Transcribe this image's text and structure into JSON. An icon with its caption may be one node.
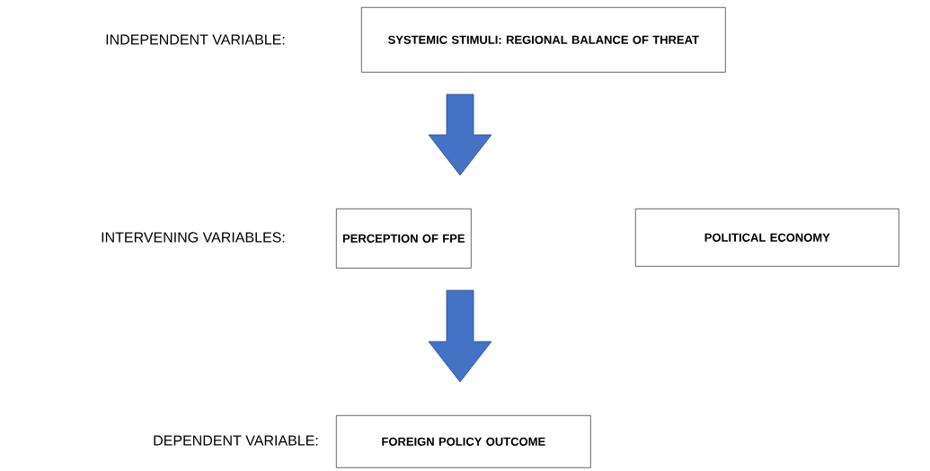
{
  "diagram": {
    "nodes": [
      {
        "text": [
          "SYSTEMIC STIMULI: REGIONAL BALANCE OF THREAT"
        ]
      },
      {
        "text": [
          "PERCEPTION OF FPE"
        ]
      },
      {
        "text": [
          "POLITICAL ECONOMY"
        ]
      },
      {
        "text": [
          "FOREIGN POLICY OUTCOME"
        ]
      }
    ],
    "edges": [
      {
        "from": 0,
        "to": 1,
        "arrow": "to"
      },
      {
        "from": 1,
        "to": 3,
        "arrow": "to"
      }
    ],
    "labels": [
      "INDEPENDENT VARIABLE:",
      "INTERVENING VARIABLES:",
      "DEPENDENT VARIABLE:"
    ]
  }
}
